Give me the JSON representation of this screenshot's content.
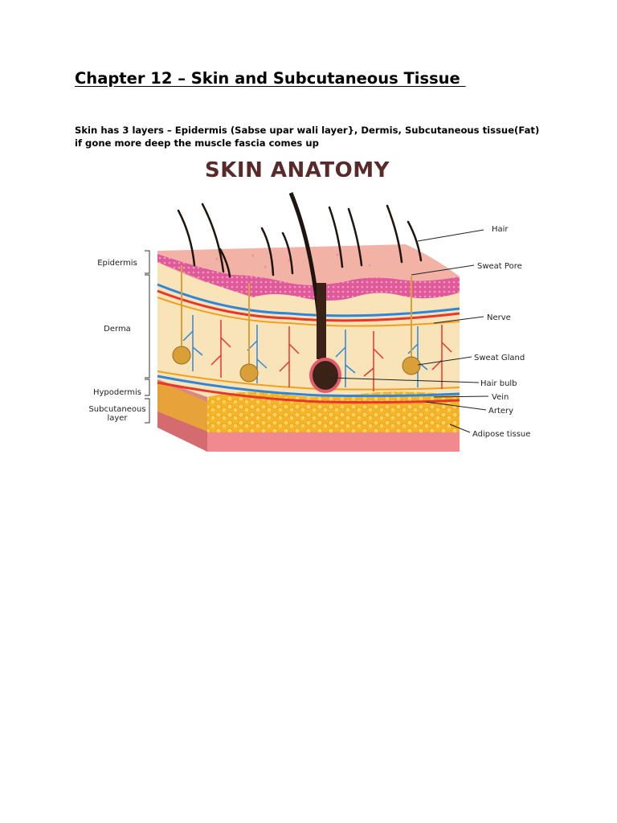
{
  "document": {
    "heading": "Chapter 12 – Skin and Subcutaneous Tissue ",
    "paragraph": "Skin has 3 layers – Epidermis (Sabse upar wali layer}, Dermis, Subcutaneous tissue(Fat)  if gone more deep the muscle fascia comes up"
  },
  "figure": {
    "title": "SKIN ANATOMY",
    "left_labels": {
      "epidermis": "Epidermis",
      "derma": "Derma",
      "hypodermis": "Hypodermis",
      "subcutaneous_1": "Subcutaneous",
      "subcutaneous_2": "layer"
    },
    "right_labels": {
      "hair": "Hair",
      "sweat_pore": "Sweat Pore",
      "nerve": "Nerve",
      "sweat_gland": "Sweat Gland",
      "hair_bulb": "Hair bulb",
      "vein": "Vein",
      "artery": "Artery",
      "adipose": "Adipose tissue"
    },
    "colors": {
      "skin_surface": "#f2b3a6",
      "epidermis_pink": "#e05a9a",
      "dermis": "#f9e3b8",
      "fat": "#f7b52a",
      "bottom": "#f08a8e",
      "artery": "#e8362c",
      "vein": "#2f86d8",
      "nerve": "#f0a020",
      "hair": "#1e1410",
      "bulb": "#3a2316"
    }
  }
}
